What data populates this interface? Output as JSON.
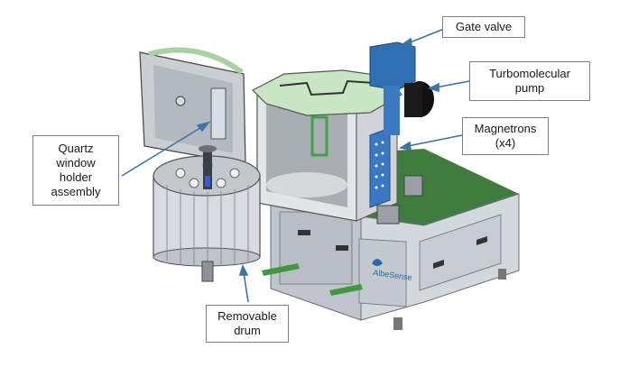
{
  "labels": {
    "gate_valve": "Gate valve",
    "turbo_pump_line1": "Turbomolecular",
    "turbo_pump_line2": "pump",
    "magnetrons_line1": "Magnetrons",
    "magnetrons_line2": "(x4)",
    "quartz_line1": "Quartz",
    "quartz_line2": "window",
    "quartz_line3": "holder",
    "quartz_line4": "assembly",
    "drum_line1": "Removable",
    "drum_line2": "drum"
  },
  "brand_text": "AlbeSense",
  "colors": {
    "arrow": "#3a74a8",
    "table_top": "#3f7d3f",
    "cabinet": "#c8cdd2",
    "lid": "#c9e6c3",
    "pump_blue": "#2f6fb3"
  }
}
